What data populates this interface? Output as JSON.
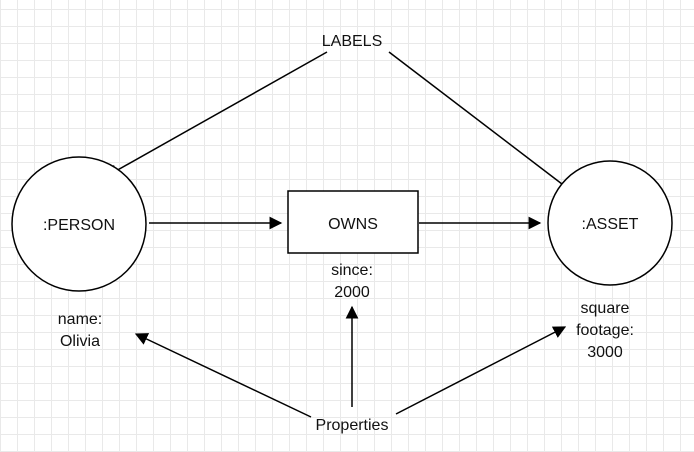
{
  "diagram": {
    "title_top": "LABELS",
    "title_bottom": "Properties",
    "nodes": {
      "person": ":PERSON",
      "asset": ":ASSET",
      "owns": "OWNS"
    },
    "properties": {
      "since_line1": "since:",
      "since_line2": "2000",
      "name_line1": "name:",
      "name_line2": "Olivia",
      "footage_line1": "square",
      "footage_line2": "footage:",
      "footage_line3": "3000"
    }
  },
  "colors": {
    "stroke": "#000000",
    "grid": "#e9e9e9",
    "background": "#ffffff",
    "text": "#111111"
  }
}
